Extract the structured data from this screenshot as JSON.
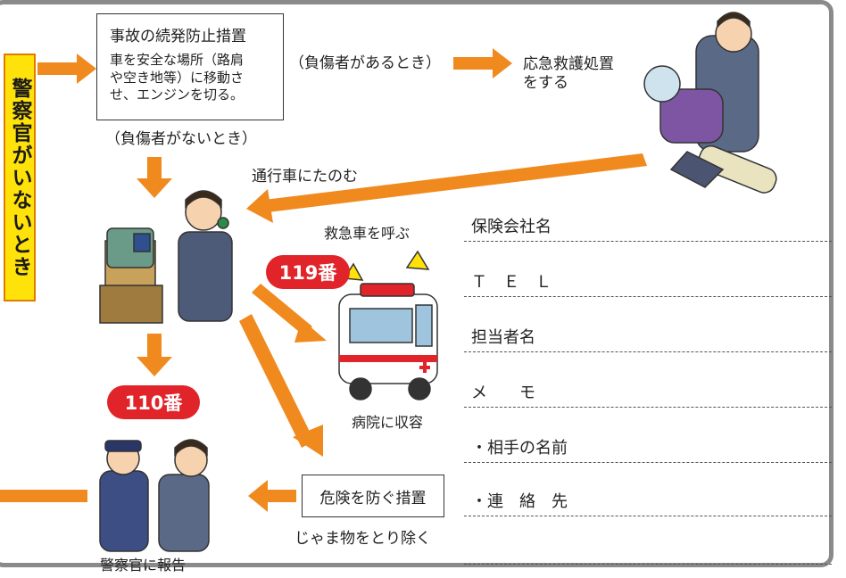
{
  "side_label": "警察官がいないとき",
  "box1": {
    "title": "事故の続発防止措置",
    "description": "車を安全な場所（路肩\nや空き地等）に移動さ\nせ、エンジンを切る。"
  },
  "with_injured": "（負傷者があるとき）",
  "first_aid": "応急救護処置\nをする",
  "without_injured": "（負傷者がないとき）",
  "ask_passing_car": "通行車にたのむ",
  "call_ambulance": "救急車を呼ぶ",
  "badge_119": "119番",
  "badge_110": "110番",
  "hospital": "病院に収容",
  "danger_prevention": "危険を防ぐ措置",
  "remove_obstacles": "じゃま物をとり除く",
  "report_police": "警察官に報告",
  "memo": {
    "insurer": "保険会社名",
    "tel": "Ｔ　Ｅ　Ｌ",
    "contact_person": "担当者名",
    "memo": "メ　　モ",
    "other_name": "・相手の名前",
    "contact": "・連　絡　先"
  },
  "colors": {
    "arrow": "#f08a1e",
    "badge": "#e0242a",
    "side_label": "#ffe20a"
  }
}
